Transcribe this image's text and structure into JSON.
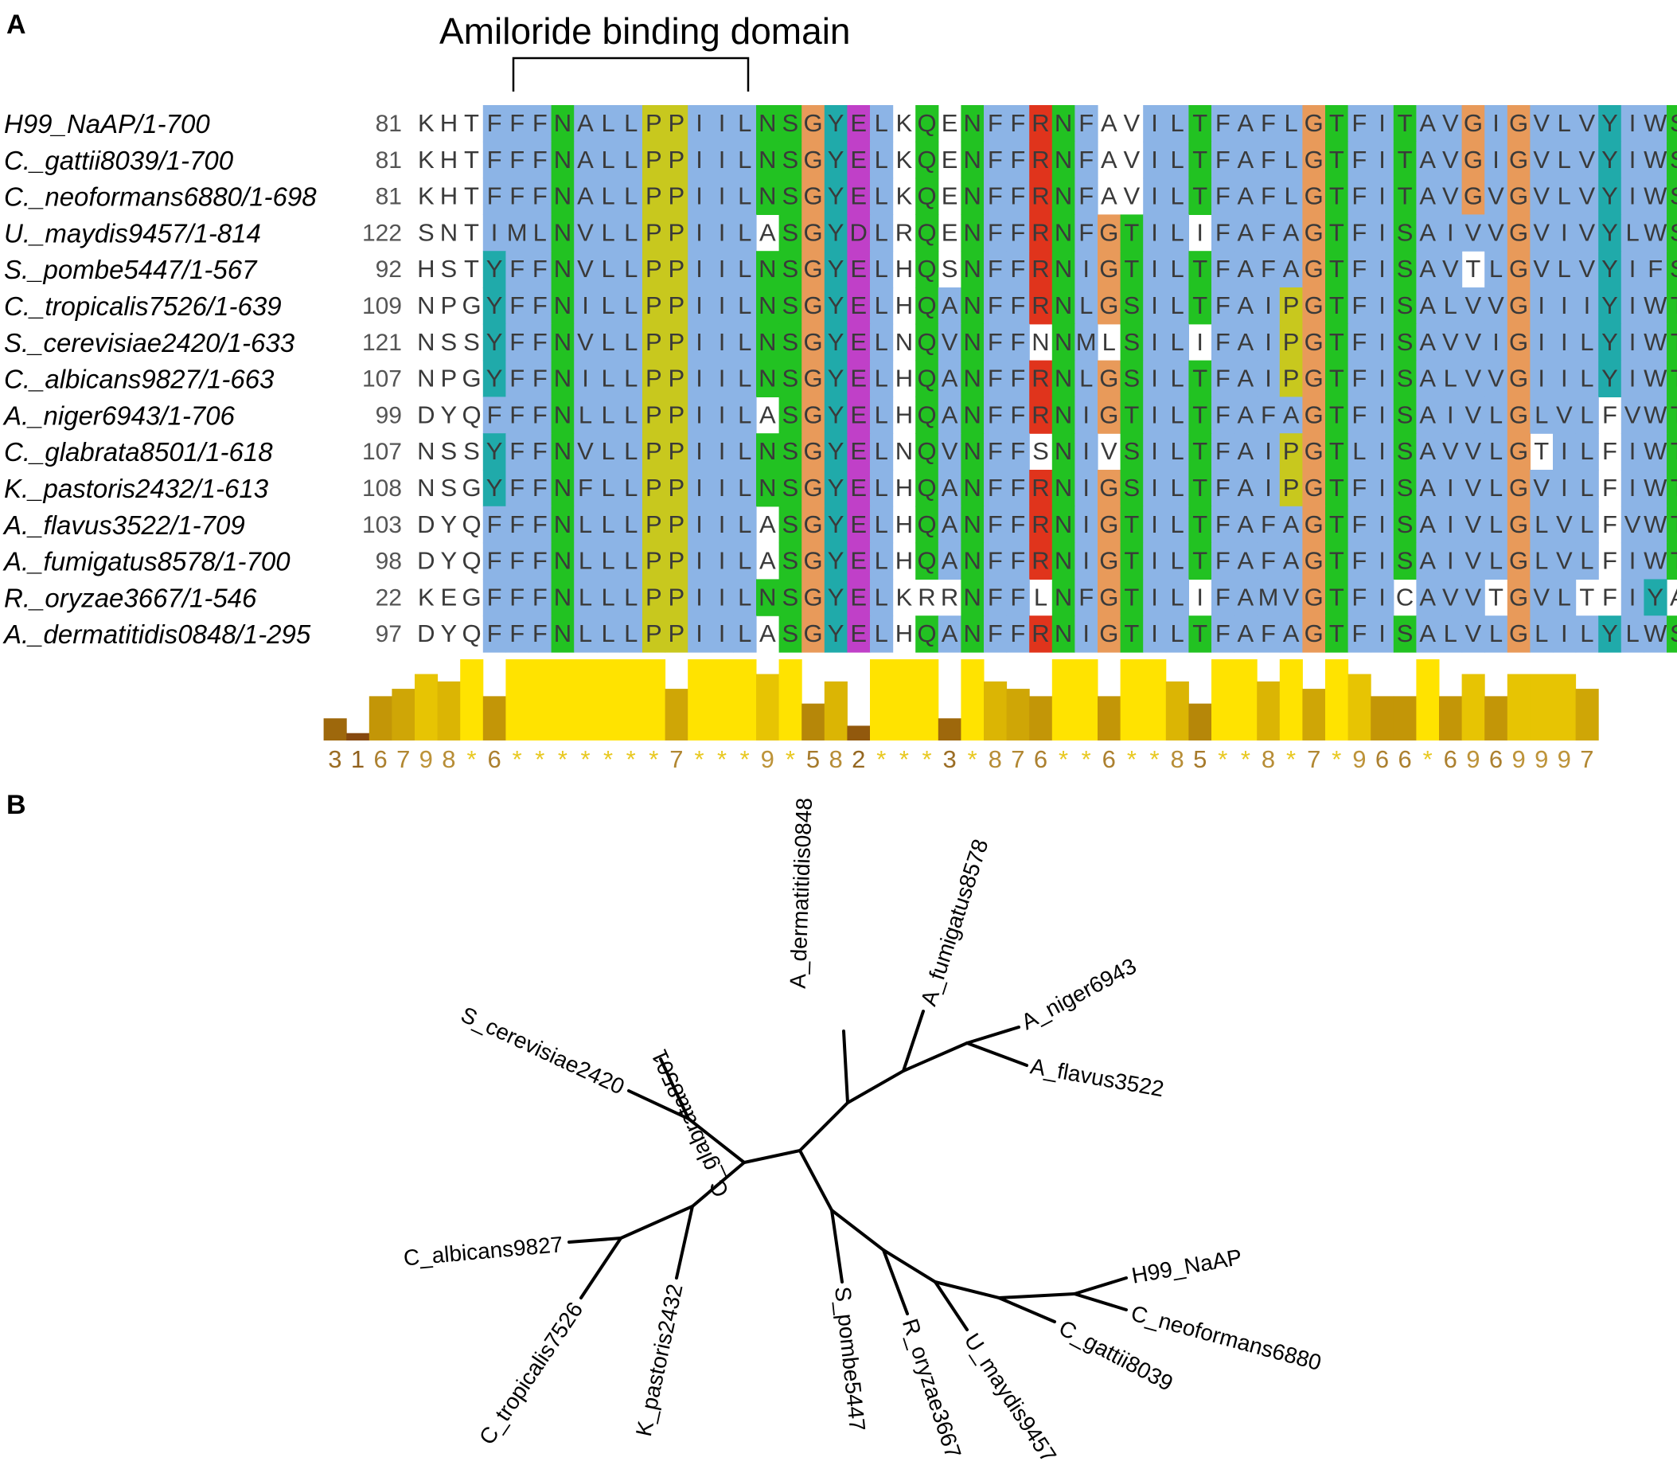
{
  "panel_a": {
    "letter": "A",
    "domain_label": "Amiloride binding domain",
    "sequences": [
      {
        "name": "H99_NaAP/1-700",
        "start": "81",
        "residues": "KHTFFFNALLPPIILNSGYELKQENFFRNFAVILTFAFLGTFITAVGIGVLVYIWS"
      },
      {
        "name": "C._gattii8039/1-700",
        "start": "81",
        "residues": "KHTFFFNALLPPIILNSGYELKQENFFRNFAVILTFAFLGTFITAVGIGVLVYIWS"
      },
      {
        "name": "C._neoformans6880/1-698",
        "start": "81",
        "residues": "KHTFFFNALLPPIILNSGYELKQENFFRNFAVILTFAFLGTFITAVGVGVLVYIWS"
      },
      {
        "name": "U._maydis9457/1-814",
        "start": "122",
        "residues": "SNTIMLNVLLPPIILASGYDLRQENFFRNFGTILIFAFAGTFISAIVVGVIVYLWS"
      },
      {
        "name": "S._pombe5447/1-567",
        "start": "92",
        "residues": "HSTYFFNVLLPPIILNSGYELHQSNFFRNIGTILTFAFAGTFISAVTLGVLVYIFS"
      },
      {
        "name": "C._tropicalis7526/1-639",
        "start": "109",
        "residues": "NPGYFFNILLPPIILNSGYELHQANFFRNLGSILTFAIPGTFISALVVGIIIYIWT"
      },
      {
        "name": "S._cerevisiae2420/1-633",
        "start": "121",
        "residues": "NSSYFFNVLLPPIILNSGYELNQVNFFNNMLSILIFAIPGTFISAVVIGIILYIWT"
      },
      {
        "name": "C._albicans9827/1-663",
        "start": "107",
        "residues": "NPGYFFNILLPPIILNSGYELHQANFFRNLGSILTFAIPGTFISALVVGIILYIWT"
      },
      {
        "name": "A._niger6943/1-706",
        "start": "99",
        "residues": "DYQFFFNLLLPPIILASGYELHQANFFRNIGTILTFAFAGTFISAIVLGLVLFVWT"
      },
      {
        "name": "C._glabrata8501/1-618",
        "start": "107",
        "residues": "NSSYFFNVLLPPIILNSGYELNQVNFFSNIVSILTFAIPGTLISAVVLGTILFIWT"
      },
      {
        "name": "K._pastoris2432/1-613",
        "start": "108",
        "residues": "NSGYFFNFLLPPIILNSGYELHQANFFRNIGSILTFAIPGTFISAIVLGVILFIWT"
      },
      {
        "name": "A._flavus3522/1-709",
        "start": "103",
        "residues": "DYQFFFNLLLPPIILASGYELHQANFFRNIGTILTFAFAGTFISAIVLGLVLFVWT"
      },
      {
        "name": "A._fumigatus8578/1-700",
        "start": "98",
        "residues": "DYQFFFNLLLPPIILASGYELHQANFFRNIGTILTFAFAGTFISAIVLGLVLFIWT"
      },
      {
        "name": "R._oryzae3667/1-546",
        "start": "22",
        "residues": "KEGFFFNLLLPPIILNSGYELKRRNFFLNFGTILIFAMVGTFICAVVTGVLTFIYA"
      },
      {
        "name": "A._dermatitidis0848/1-295",
        "start": "97",
        "residues": "DYQFFFNLLLPPIILASGYELHQANFFRNIGTILTFAFAGTFISALVLGLILYLWS"
      }
    ],
    "conservation": "316798*6*******7***9*582***3*876**6**85**8*7*966*6969997",
    "colors": {
      "hydrophobic": "#8cb4e6",
      "polar": "#22c222",
      "glycine": "#e89a5a",
      "proline": "#c8c81e",
      "aromatic": "#20aaaa",
      "acidic": "#c040c8",
      "basic": "#e0341c",
      "cons_high": "#ffe300",
      "cons_low": "#7a3a10"
    }
  },
  "panel_b": {
    "letter": "B",
    "leaves": {
      "a_dermatitidis": "A_dermatitidis0848",
      "a_fumigatus": "A_fumigatus8578",
      "a_niger": "A_niger6943",
      "a_flavus": "A_flavus3522",
      "c_glabrata": "C_glabrata8501",
      "s_cerevisiae": "S_cerevisiae2420",
      "c_albicans": "C_albicans9827",
      "c_tropicalis": "C_tropicalis7526",
      "k_pastoris": "K_pastoris2432",
      "s_pombe": "S_pombe5447",
      "r_oryzae": "R_oryzae3667",
      "u_maydis": "U_maydis9457",
      "c_gattii": "C_gattii8039",
      "c_neoformans": "C_neoformans6880",
      "h99": "H99_NaAP"
    }
  }
}
